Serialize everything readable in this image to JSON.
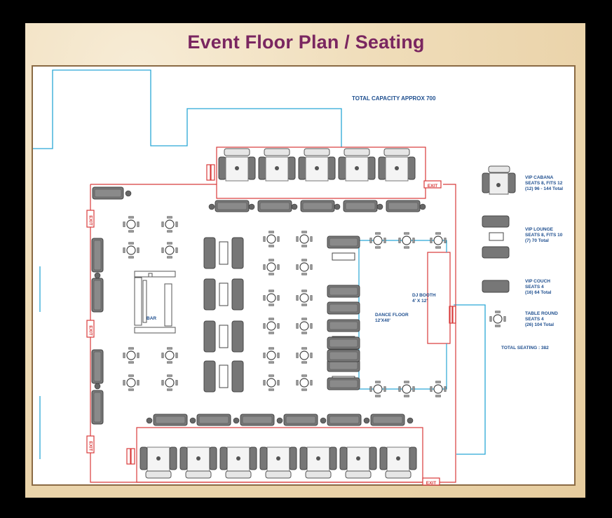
{
  "title": "Event Floor Plan / Seating",
  "capacity": "TOTAL CAPACITY APPROX 700",
  "labels": {
    "bar": "BAR",
    "dance_floor_1": "DANCE FLOOR",
    "dance_floor_2": "12'X40'",
    "dj_booth_1": "DJ BOOTH",
    "dj_booth_2": "4' X 12'",
    "exit": "EXIT"
  },
  "legend": [
    {
      "lines": [
        "VIP CABANA",
        "SEATS 8, FITS 12",
        "(12) 96 - 144 Total"
      ]
    },
    {
      "lines": [
        "VIP LOUNGE",
        "SEATS 8, FITS 10",
        "(7) 70 Total"
      ]
    },
    {
      "lines": [
        "VIP COUCH",
        "SEATS 4",
        "(16) 64 Total"
      ]
    },
    {
      "lines": [
        "TABLE ROUND",
        "SEATS 4",
        "(26) 104 Total"
      ]
    }
  ],
  "total_seating": "TOTAL SEATING : 382",
  "colors": {
    "wall": "#2aa7d6",
    "boundary": "#d83a3a",
    "furniture": "#6b6b6b",
    "text": "#1f4f8f",
    "title": "#7a2660"
  }
}
